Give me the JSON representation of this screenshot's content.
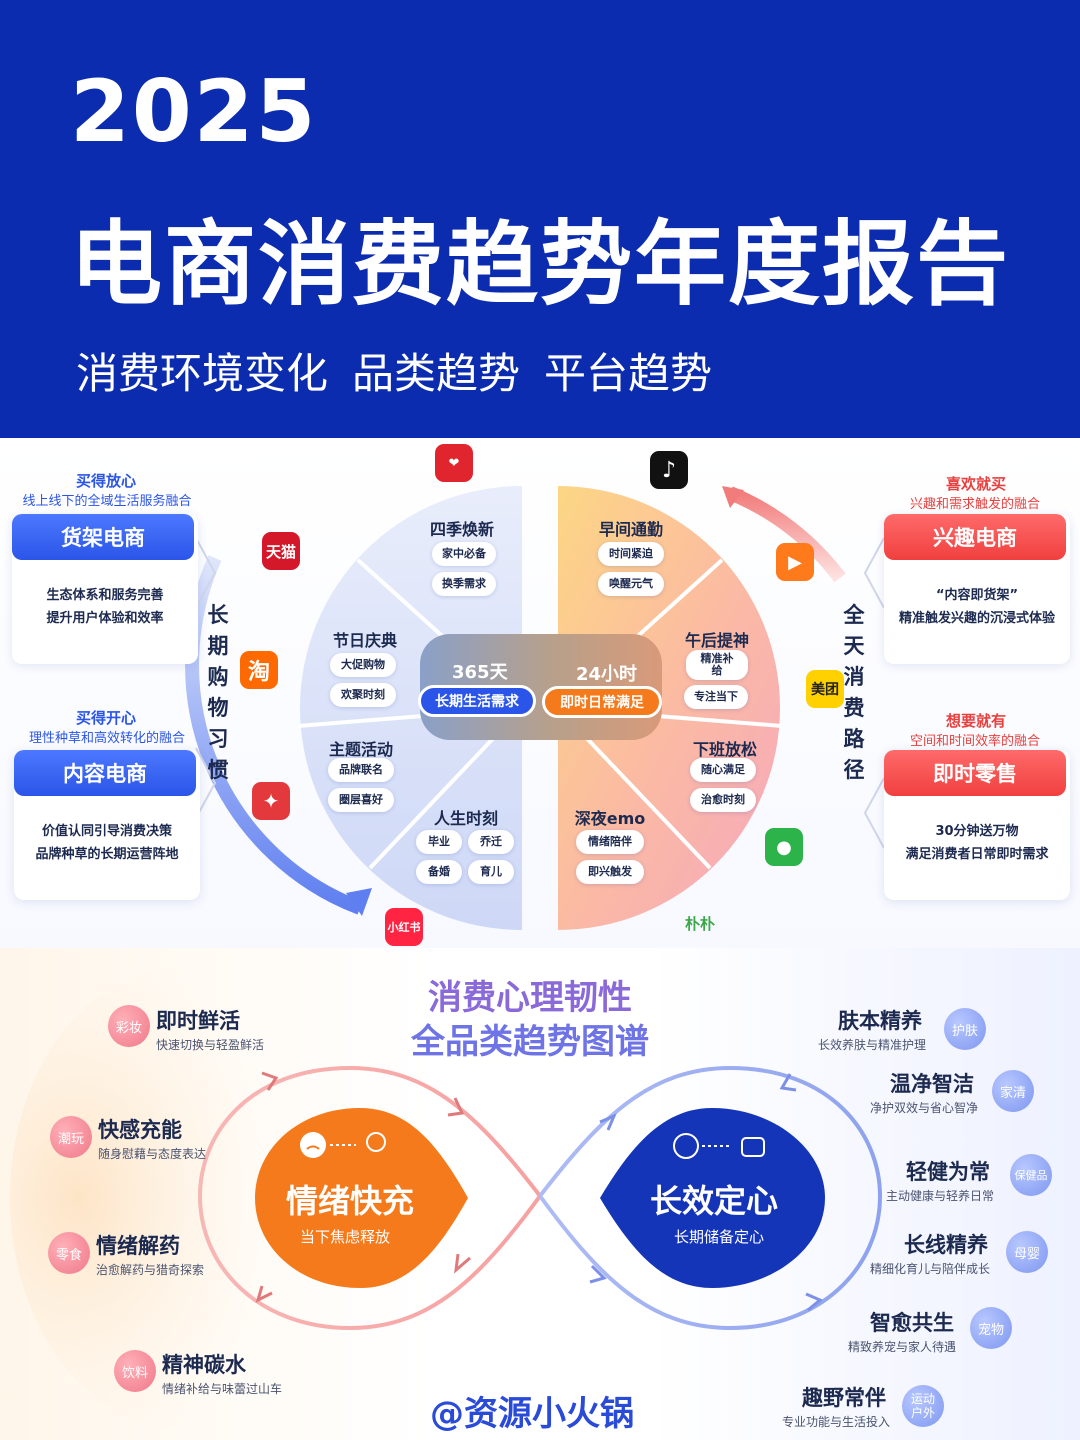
{
  "header": {
    "year": "2025",
    "title": "电商消费趋势年度报告",
    "subtitles": [
      "消费环境变化",
      "品类趋势",
      "平台趋势"
    ]
  },
  "colors": {
    "brand_blue": "#0c2cb0",
    "accent_blue": "#2a55e8",
    "accent_red": "#f0403f",
    "accent_orange": "#f47a1c"
  },
  "left_cards": [
    {
      "heading": "买得放心",
      "subheading": "线上线下的全域生活服务融合",
      "tag": "货架电商",
      "desc": [
        "生态体系和服务完善",
        "提升用户体验和效率"
      ]
    },
    {
      "heading": "买得开心",
      "subheading": "理性种草和高效转化的融合",
      "tag": "内容电商",
      "desc": [
        "价值认同引导消费决策",
        "品牌种草的长期运营阵地"
      ]
    }
  ],
  "right_cards": [
    {
      "heading": "喜欢就买",
      "subheading": "兴趣和需求触发的融合",
      "tag": "兴趣电商",
      "desc": [
        "“内容即货架”",
        "精准触发兴趣的沉浸式体验"
      ]
    },
    {
      "heading": "想要就有",
      "subheading": "空间和时间效率的融合",
      "tag": "即时零售",
      "desc": [
        "30分钟送万物",
        "满足消费者日常即时需求"
      ]
    }
  ],
  "left_vertical": "长期购物习惯",
  "right_vertical": "全天消费路径",
  "center": {
    "left_big": "365天",
    "left_btn": "长期生活需求",
    "right_big": "24小时",
    "right_btn": "即时日常满足"
  },
  "left_segments": [
    {
      "title": "四季焕新",
      "pills": [
        "家中必备",
        "换季需求"
      ]
    },
    {
      "title": "节日庆典",
      "pills": [
        "大促购物",
        "欢聚时刻"
      ]
    },
    {
      "title": "主题活动",
      "pills": [
        "品牌联名",
        "圈层喜好"
      ]
    },
    {
      "title": "人生时刻",
      "pills": [
        "毕业",
        "乔迁",
        "备婚",
        "育儿"
      ]
    }
  ],
  "right_segments": [
    {
      "title": "早间通勤",
      "pills": [
        "时间紧迫",
        "唤醒元气"
      ]
    },
    {
      "title": "午后提神",
      "pills": [
        "精准补给",
        "专注当下"
      ]
    },
    {
      "title": "下班放松",
      "pills": [
        "随心满足",
        "治愈时刻"
      ]
    },
    {
      "title": "深夜emo",
      "pills": [
        "情绪陪伴",
        "即兴触发"
      ]
    }
  ],
  "app_icons": [
    {
      "name": "pinduoduo-icon",
      "label": "",
      "color": "#e0252e"
    },
    {
      "name": "tmall-icon",
      "label": "天猫",
      "color": "#d4182a"
    },
    {
      "name": "taobao-icon",
      "label": "淘",
      "color": "#ff6a00"
    },
    {
      "name": "jd-icon",
      "label": "",
      "color": "#e4393c"
    },
    {
      "name": "xiaohongshu-icon",
      "label": "小红书",
      "color": "#ff2442"
    },
    {
      "name": "douyin-icon",
      "label": "",
      "color": "#111111"
    },
    {
      "name": "kuaishou-icon",
      "label": "",
      "color": "#ff7a1a"
    },
    {
      "name": "meituan-icon",
      "label": "美团",
      "color": "#ffd100"
    },
    {
      "name": "dingdong-icon",
      "label": "",
      "color": "#2cb34a"
    },
    {
      "name": "pupu-icon",
      "label": "朴朴",
      "color": "#3aa84a"
    }
  ],
  "psych": {
    "title_line1": "消费心理韧性",
    "title_line2": "全品类趋势图谱",
    "left_drop": {
      "title": "情绪快充",
      "sub": "当下焦虑释放"
    },
    "right_drop": {
      "title": "长效定心",
      "sub": "长期储备定心"
    },
    "left_items": [
      {
        "title": "即时鲜活",
        "sub": "快速切换与轻盈鲜活",
        "bubble": "彩妆"
      },
      {
        "title": "快感充能",
        "sub": "随身慰藉与态度表达",
        "bubble": "潮玩"
      },
      {
        "title": "情绪解药",
        "sub": "治愈解药与猎奇探索",
        "bubble": "零食"
      },
      {
        "title": "精神碳水",
        "sub": "情绪补给与味蕾过山车",
        "bubble": "饮料"
      }
    ],
    "right_items": [
      {
        "title": "肤本精养",
        "sub": "长效养肤与精准护理",
        "bubble": "护肤"
      },
      {
        "title": "温净智洁",
        "sub": "净护双效与省心智净",
        "bubble": "家清"
      },
      {
        "title": "轻健为常",
        "sub": "主动健康与轻养日常",
        "bubble": "保健品"
      },
      {
        "title": "长线精养",
        "sub": "精细化育儿与陪伴成长",
        "bubble": "母婴"
      },
      {
        "title": "智愈共生",
        "sub": "精致养宠与家人待遇",
        "bubble": "宠物"
      },
      {
        "title": "趣野常伴",
        "sub": "专业功能与生活投入",
        "bubble": "运动户外"
      }
    ]
  },
  "watermark": "@资源小火锅"
}
